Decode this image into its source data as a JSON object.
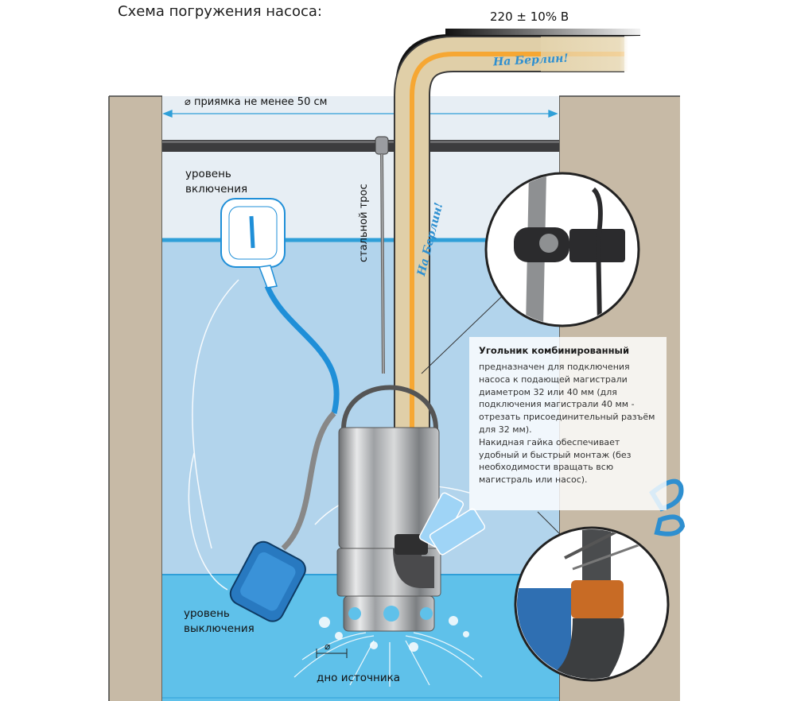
{
  "title": "Схема погружения насоса:",
  "voltage": "220 ± 10% В",
  "brand": "На Берлин!",
  "sump_label": "⌀ приямка не менее 50 см",
  "level_on": "уровень\nвключения",
  "level_off": "уровень\nвыключения",
  "steel_cable": "стальной трос",
  "diameter_symbol": "⌀",
  "bottom_label": "дно источника",
  "info": {
    "heading": "Угольник комбинированный",
    "body": "предназначен для подключения\nнасоса к подающей магистрали\nдиаметром 32 или 40 мм (для\nподключения магистрали 40 мм -\nотрезать присоединительный разъём\nдля 32 мм).\nНакидная гайка обеспечивает\nудобный и быстрый монтаж (без\nнеобходимости вращать всю\nмагистраль или насос)."
  },
  "colors": {
    "ground": "#c7baa6",
    "water_upper": "#b2d4ec",
    "water_lower": "#5fc1ea",
    "water_line": "#2f9fd8",
    "hose": "#e0cfa8",
    "hose_stripe": "#f6a733",
    "float_cable": "#1f8fd8"
  }
}
